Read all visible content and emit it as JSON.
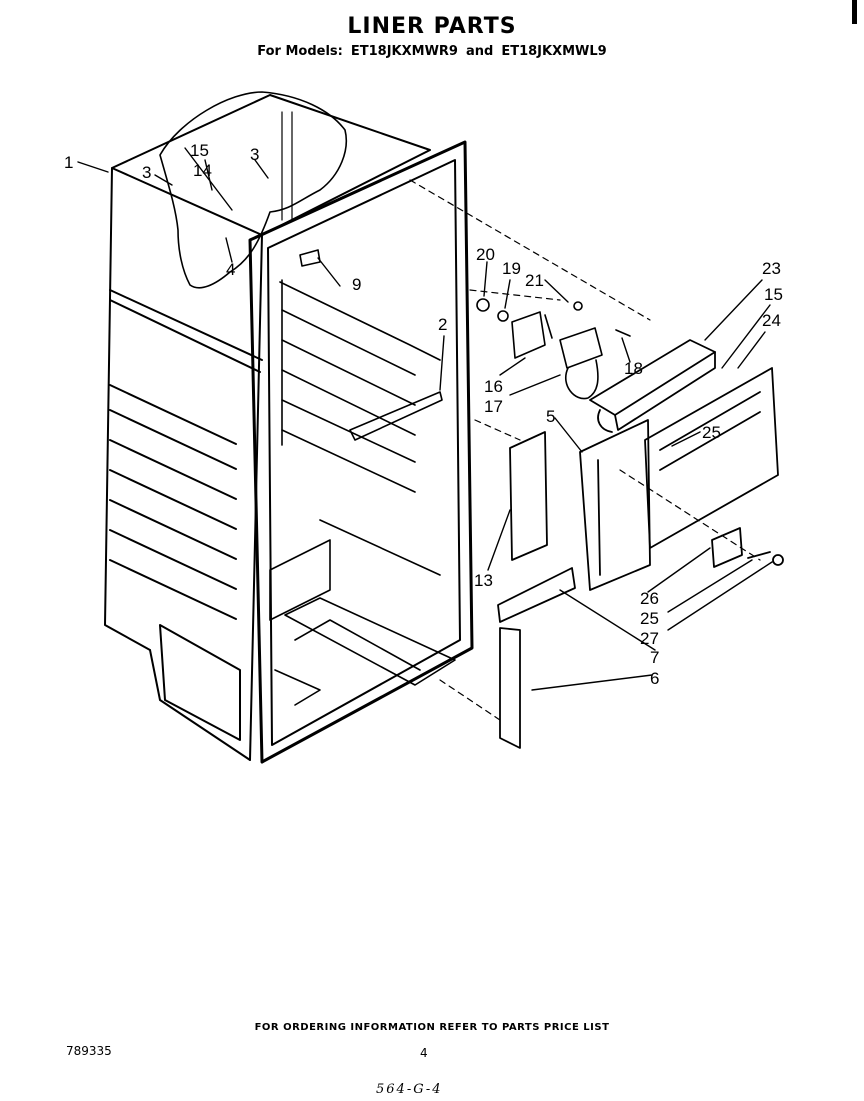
{
  "header": {
    "title": "LINER PARTS",
    "models_prefix": "For Models:",
    "model_1": "ET18JKXMWR9",
    "conjunction": "and",
    "model_2": "ET18JKXMWL9"
  },
  "callouts": {
    "c1": "1",
    "c2": "2",
    "c3a": "3",
    "c3b": "3",
    "c4": "4",
    "c5": "5",
    "c6": "6",
    "c7": "7",
    "c9": "9",
    "c13": "13",
    "c14": "14",
    "c15a": "15",
    "c15b": "15",
    "c16": "16",
    "c17": "17",
    "c18": "18",
    "c19": "19",
    "c20": "20",
    "c21": "21",
    "c23": "23",
    "c24": "24",
    "c25a": "25",
    "c25b": "25",
    "c26": "26",
    "c27": "27"
  },
  "footer": {
    "ordering_note": "FOR ORDERING INFORMATION REFER TO PARTS PRICE LIST",
    "page_code": "789335",
    "page_number": "4",
    "handwritten_code": "564-G-4"
  }
}
